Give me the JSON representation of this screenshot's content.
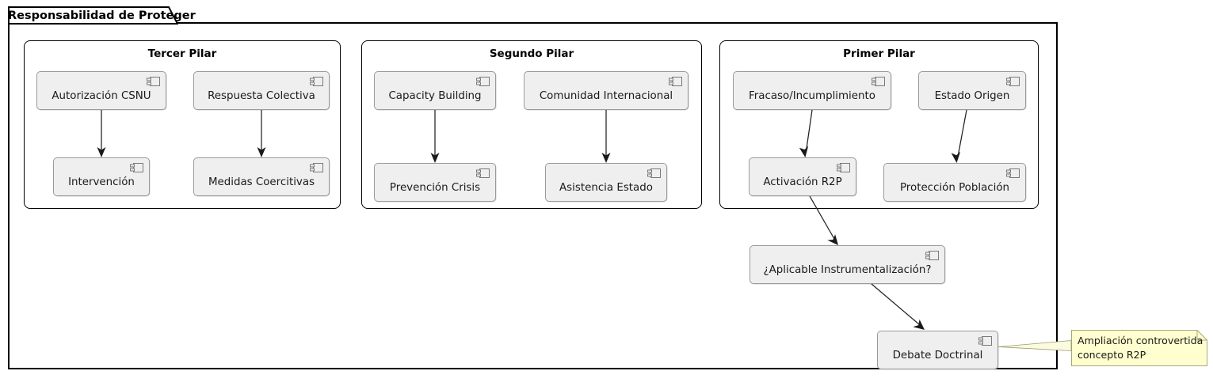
{
  "package": {
    "title": "Responsabilidad de Proteger",
    "border_color": "#000000",
    "background": "#ffffff"
  },
  "diagram": {
    "type": "uml-component-diagram",
    "component_fill": "#EFEFEF",
    "component_border": "#9A9A9A",
    "note_fill": "#FEFECE",
    "note_border": "#A8A87E",
    "arrow_color": "#222222"
  },
  "pillars": [
    {
      "id": "tercer-pilar",
      "title": "Tercer Pilar",
      "components": [
        {
          "id": "autorizacion-csnu",
          "label": "Autorización CSNU",
          "icon": "uml-component-icon"
        },
        {
          "id": "respuesta-colectiva",
          "label": "Respuesta Colectiva",
          "icon": "uml-component-icon"
        },
        {
          "id": "intervencion",
          "label": "Intervención",
          "icon": "uml-component-icon"
        },
        {
          "id": "medidas-coercitivas",
          "label": "Medidas Coercitivas",
          "icon": "uml-component-icon"
        }
      ],
      "edges": [
        {
          "from": "autorizacion-csnu",
          "to": "intervencion"
        },
        {
          "from": "respuesta-colectiva",
          "to": "medidas-coercitivas"
        }
      ]
    },
    {
      "id": "segundo-pilar",
      "title": "Segundo Pilar",
      "components": [
        {
          "id": "capacity-building",
          "label": "Capacity Building",
          "icon": "uml-component-icon"
        },
        {
          "id": "comunidad-internacional",
          "label": "Comunidad Internacional",
          "icon": "uml-component-icon"
        },
        {
          "id": "prevencion-crisis",
          "label": "Prevención Crisis",
          "icon": "uml-component-icon"
        },
        {
          "id": "asistencia-estado",
          "label": "Asistencia Estado",
          "icon": "uml-component-icon"
        }
      ],
      "edges": [
        {
          "from": "capacity-building",
          "to": "prevencion-crisis"
        },
        {
          "from": "comunidad-internacional",
          "to": "asistencia-estado"
        }
      ]
    },
    {
      "id": "primer-pilar",
      "title": "Primer Pilar",
      "components": [
        {
          "id": "fracaso-incumplimiento",
          "label": "Fracaso/Incumplimiento",
          "icon": "uml-component-icon"
        },
        {
          "id": "estado-origen",
          "label": "Estado Origen",
          "icon": "uml-component-icon"
        },
        {
          "id": "activacion-r2p",
          "label": "Activación R2P",
          "icon": "uml-component-icon"
        },
        {
          "id": "proteccion-poblacion",
          "label": "Protección Población",
          "icon": "uml-component-icon"
        }
      ],
      "edges": [
        {
          "from": "fracaso-incumplimiento",
          "to": "activacion-r2p"
        },
        {
          "from": "estado-origen",
          "to": "proteccion-poblacion"
        }
      ]
    }
  ],
  "outer_components": [
    {
      "id": "aplicable-instrumentalizacion",
      "label": "¿Aplicable Instrumentalización?",
      "icon": "uml-component-icon"
    },
    {
      "id": "debate-doctrinal",
      "label": "Debate Doctrinal",
      "icon": "uml-component-icon"
    }
  ],
  "outer_edges": [
    {
      "from": "activacion-r2p",
      "to": "aplicable-instrumentalizacion"
    },
    {
      "from": "aplicable-instrumentalizacion",
      "to": "debate-doctrinal"
    }
  ],
  "note": {
    "id": "note-r2p",
    "attached_to": "debate-doctrinal",
    "line1": "Ampliación controvertida",
    "line2": "concepto R2P"
  }
}
